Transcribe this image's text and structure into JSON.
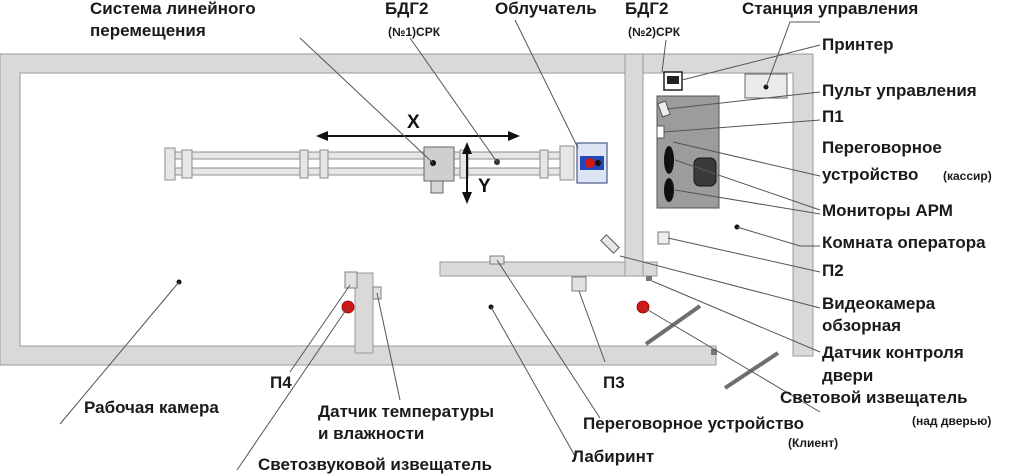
{
  "labels": {
    "linear_system_1": "Система линейного",
    "linear_system_2": "перемещения",
    "bdg2_1_a": "БДГ2",
    "bdg2_1_b": "(№1)СРК",
    "irradiator": "Облучатель",
    "bdg2_2_a": "БДГ2",
    "bdg2_2_b": "(№2)СРК",
    "control_station": "Станция управления",
    "printer": "Принтер",
    "control_panel": "Пульт управления",
    "p1": "П1",
    "intercom_cashier_1": "Переговорное",
    "intercom_cashier_2": "устройство",
    "intercom_cashier_note": "(кассир)",
    "arm_monitors": "Мониторы АРМ",
    "operator_room": "Комната оператора",
    "p2": "П2",
    "camera_1": "Видеокамера",
    "camera_2": "обзорная",
    "door_sensor_1": "Датчик контроля",
    "door_sensor_2": "двери",
    "light_alarm": "Световой извещатель",
    "light_alarm_note": "(над дверью)",
    "intercom_client": "Переговорное устройство",
    "intercom_client_note": "(Клиент)",
    "labyrinth": "Лабиринт",
    "light_sound_alarm": "Светозвуковой извещатель",
    "temp_humidity_1": "Датчик температуры",
    "temp_humidity_2": "и влажности",
    "p4": "П4",
    "p3": "П3",
    "work_chamber": "Рабочая камера"
  },
  "axes": {
    "x": "X",
    "y": "Y"
  },
  "colors": {
    "wall": "#d9d9d9",
    "indicator": "#d01818",
    "text": "#1a1a1a"
  }
}
